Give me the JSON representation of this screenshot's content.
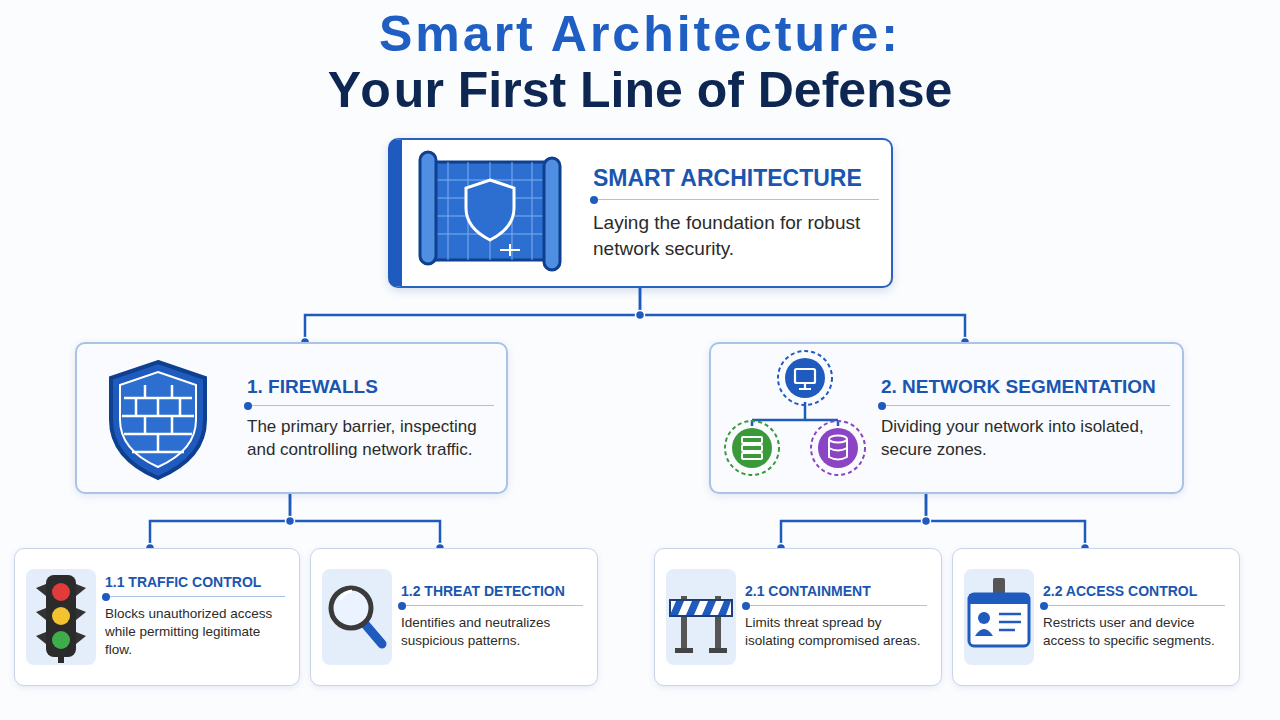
{
  "diagram": {
    "title": "Smart Architecture: Your First Line of Defense",
    "nodes": [
      {
        "text": [
          "SMART ARCHITECTURE",
          "Laying the foundation for robust network security."
        ]
      },
      {
        "text": [
          "1. FIREWALLS",
          "The primary barrier, inspecting and controlling network traffic."
        ]
      },
      {
        "text": [
          "2. NETWORK SEGMENTATION",
          "Dividing your network into isolated, secure zones."
        ]
      },
      {
        "text": [
          "1.1 TRAFFIC CONTROL",
          "Blocks unauthorized access while permitting legitimate flow."
        ]
      },
      {
        "text": [
          "1.2 THREAT DETECTION",
          "Identifies and neutralizes suspicious patterns."
        ]
      },
      {
        "text": [
          "2.1 CONTAINMENT",
          "Limits threat spread by isolating compromised areas."
        ]
      },
      {
        "text": [
          "2.2 ACCESS CONTROL",
          "Restricts user and device access to specific segments."
        ]
      }
    ],
    "edges": [
      {
        "from": 0,
        "to": 1,
        "arrow": "none"
      },
      {
        "from": 0,
        "to": 2,
        "arrow": "none"
      },
      {
        "from": 1,
        "to": 3,
        "arrow": "none"
      },
      {
        "from": 1,
        "to": 4,
        "arrow": "none"
      },
      {
        "from": 2,
        "to": 5,
        "arrow": "none"
      },
      {
        "from": 2,
        "to": 6,
        "arrow": "none"
      }
    ]
  }
}
